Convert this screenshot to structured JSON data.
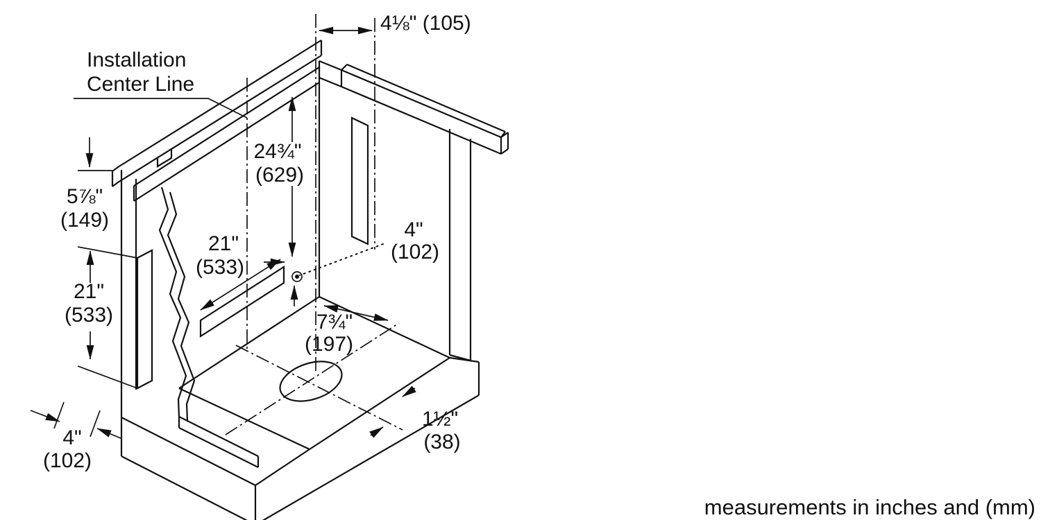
{
  "footer": {
    "note": "measurements in inches and (mm)"
  },
  "diagram": {
    "center_line_label_1": "Installation",
    "center_line_label_2": "Center Line",
    "dims": {
      "top_width": "4⅛\" (105)",
      "height_in": "24¾\"",
      "height_mm": "(629)",
      "top_left_in": "5⅞\"",
      "top_left_mm": "(149)",
      "left_slot_in": "21\"",
      "left_slot_mm": "(533)",
      "back_slot_in": "21\"",
      "back_slot_mm": "(533)",
      "duct_point_in": "4\"",
      "duct_point_mm": "(102)",
      "floor_depth_in": "7¾\"",
      "floor_depth_mm": "(197)",
      "edge_offset_in": "1½\"",
      "edge_offset_mm": "(38)",
      "base_offset_in": "4\"",
      "base_offset_mm": "(102)"
    }
  }
}
